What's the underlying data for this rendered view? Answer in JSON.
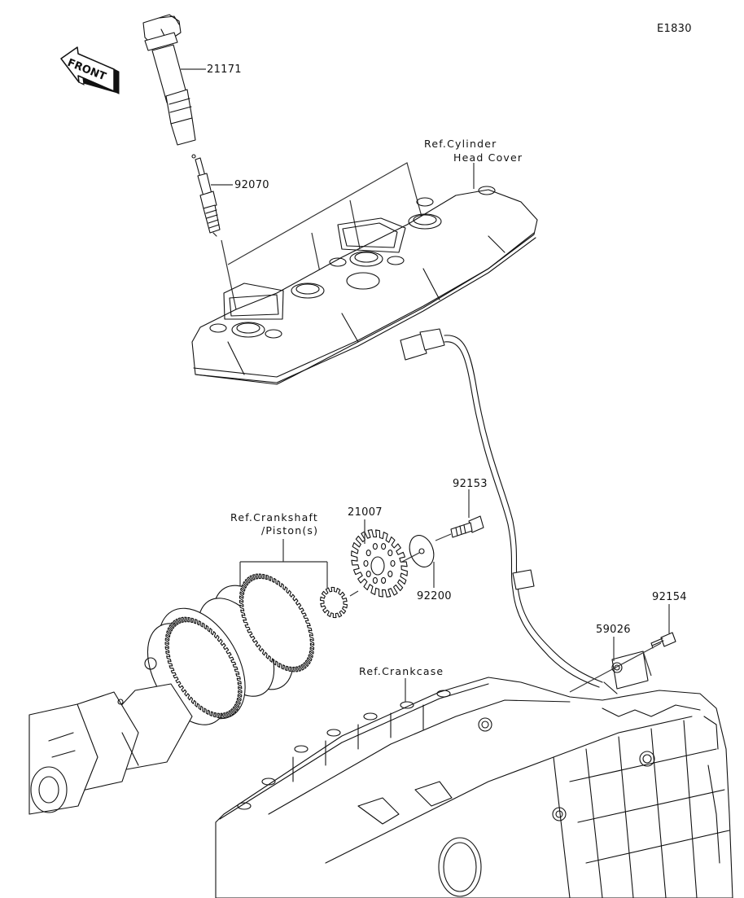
{
  "diagram": {
    "figure_code": "E1830",
    "orientation_arrow": {
      "label": "FRONT",
      "icon": "front-arrow-icon"
    },
    "parts": [
      {
        "number": "21171",
        "name": "ignition-coil"
      },
      {
        "number": "92070",
        "name": "spark-plug"
      },
      {
        "number": "21007",
        "name": "timing-rotor"
      },
      {
        "number": "92153",
        "name": "rotor-bolt"
      },
      {
        "number": "92200",
        "name": "washer"
      },
      {
        "number": "59026",
        "name": "crankshaft-sensor"
      },
      {
        "number": "92154",
        "name": "sensor-bolt"
      }
    ],
    "references": {
      "cylinder_head_cover_line1": "Ref.Cylinder",
      "cylinder_head_cover_line2": "Head Cover",
      "crankshaft_line1": "Ref.Crankshaft",
      "crankshaft_line2": "/Piston(s)",
      "crankcase": "Ref.Crankcase"
    }
  }
}
